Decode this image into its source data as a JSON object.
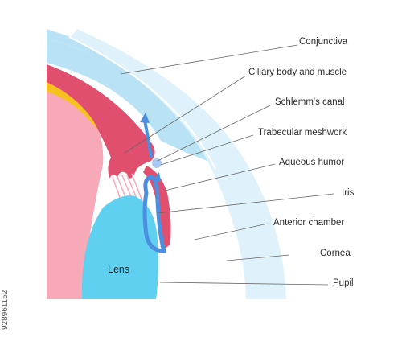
{
  "labels": {
    "conjunctiva": "Conjunctiva",
    "ciliary": "Ciliary body and muscle",
    "schlemm": "Schlemm's canal",
    "trabecular": "Trabecular meshwork",
    "aqueous": "Aqueous humor",
    "iris": "Iris",
    "anterior": "Anterior chamber",
    "cornea": "Cornea",
    "pupil": "Pupil",
    "lens": "Lens"
  },
  "stock_id": "928961152",
  "colors": {
    "sclera_blue": "#b9e3f4",
    "cornea_light": "#dff2fb",
    "ciliary_red": "#e0506e",
    "lens_cyan": "#5fd0ef",
    "pink_body": "#f7a9b8",
    "yellow_band": "#f7c21e",
    "flow_blue": "#4a8fe0"
  }
}
